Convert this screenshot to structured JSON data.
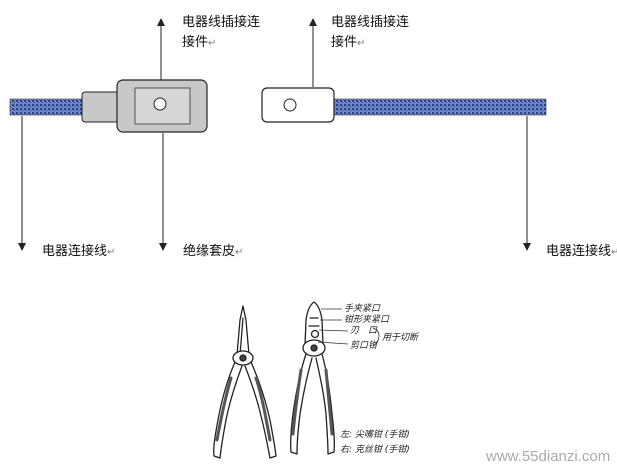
{
  "colors": {
    "wire": "#6f88c8",
    "wire_pattern": "#2e3f86",
    "sleeve": "#c8c8c8",
    "stroke": "#222222",
    "watermark": "#aaaaaa"
  },
  "top_diagram": {
    "label_left_connector_line1": "电器线插接连",
    "label_left_connector_line2": "接件",
    "label_right_connector_line1": "电器线插接连",
    "label_right_connector_line2": "接件",
    "label_wire_left": "电器连接线",
    "label_sleeve": "绝缘套皮",
    "label_wire_right": "电器连接线",
    "return_mark": "↵"
  },
  "pliers_diagram": {
    "callout_1": "手夹紧口",
    "callout_2": "钳形夹紧口",
    "callout_3": "刃　口",
    "callout_4": "剪口钳",
    "callout_group": "用于切断",
    "caption_left": "左: 尖嘴钳 (手钳)",
    "caption_right": "右: 克丝钳 (手钳)"
  },
  "watermark": {
    "text": "www.55dianzi.com"
  }
}
